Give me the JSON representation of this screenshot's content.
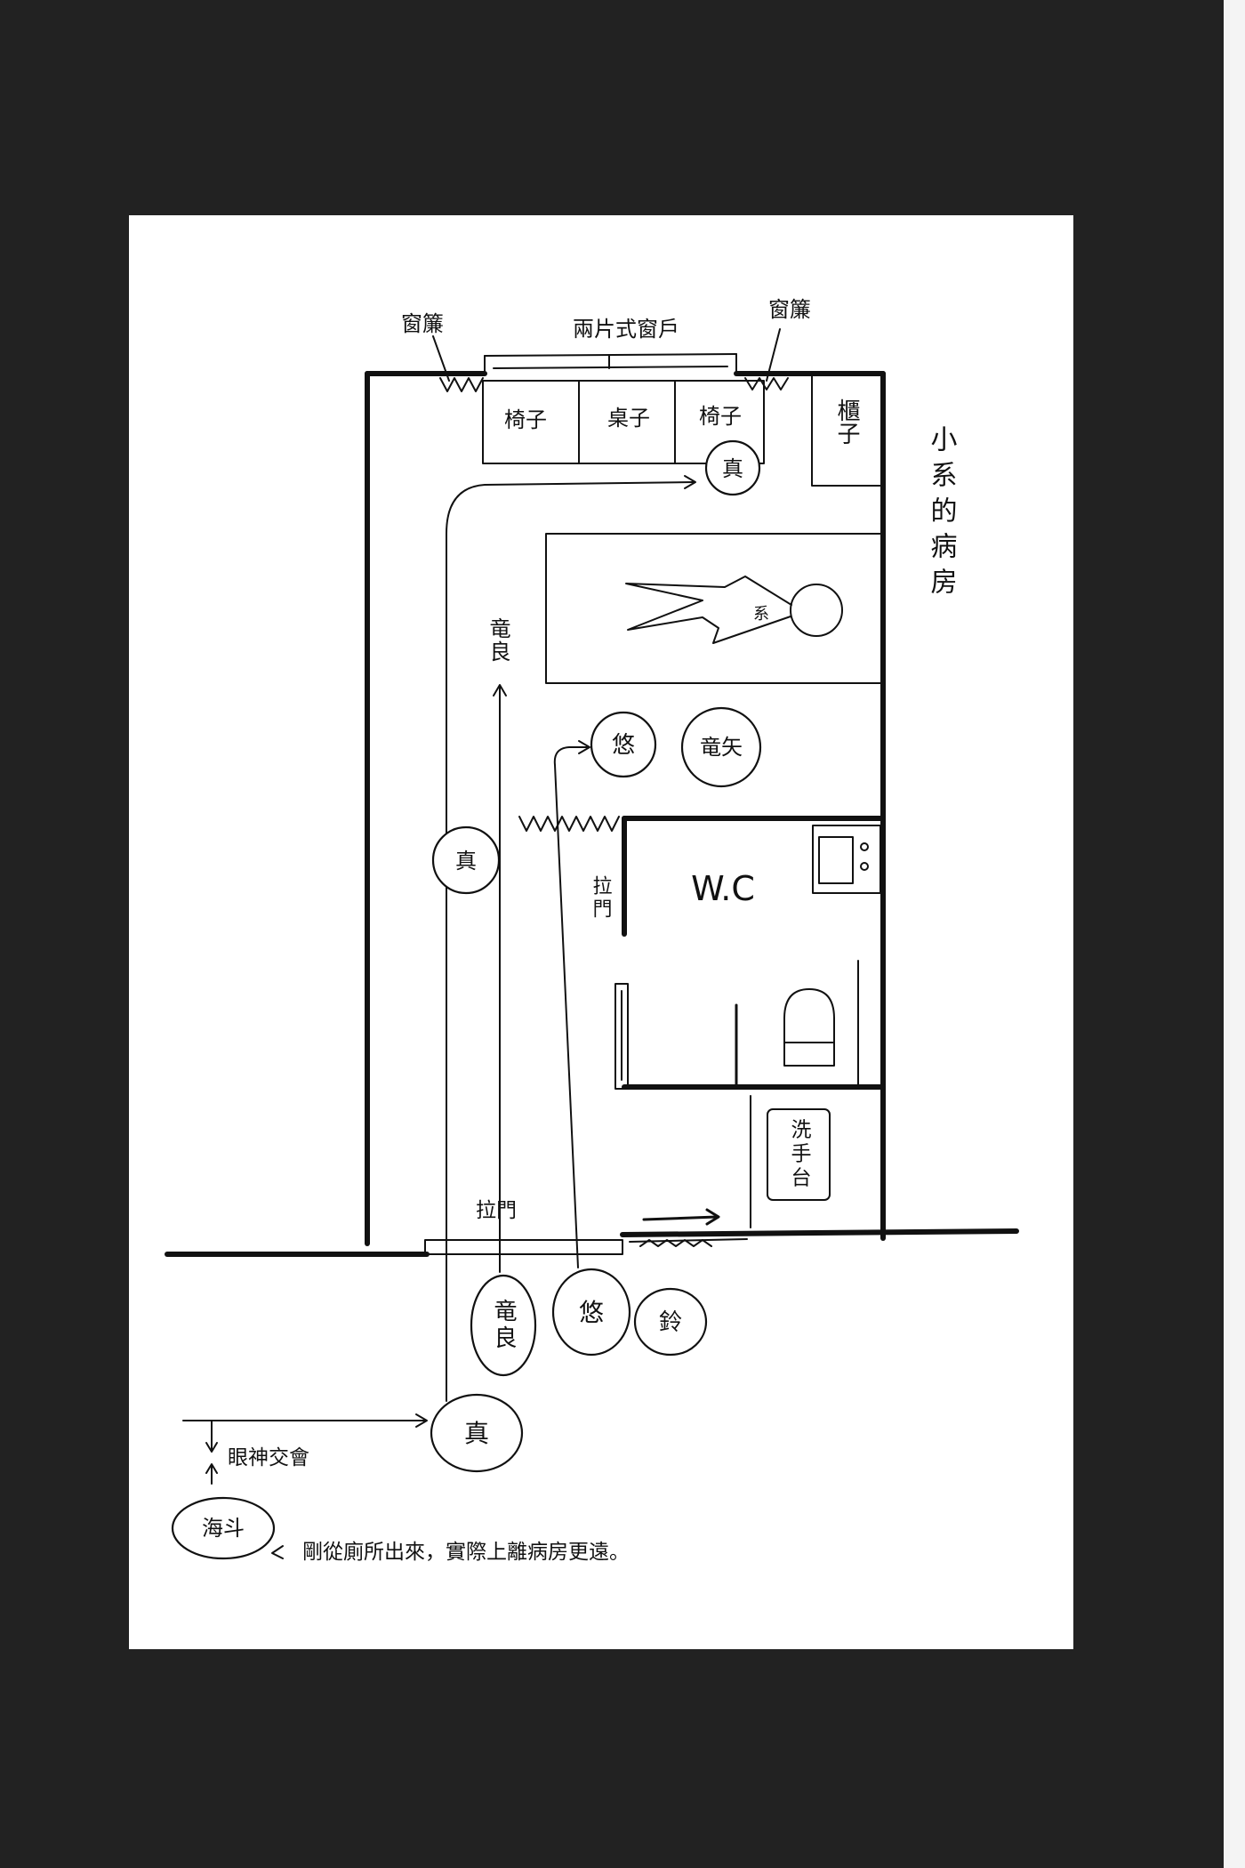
{
  "colors": {
    "background": "#222222",
    "paper": "#ffffff",
    "ink": "#111111"
  },
  "title": "小系的病房",
  "labels": {
    "curtain_left": "窗簾",
    "curtain_right": "窗簾",
    "window": "兩片式窗戶",
    "chair_left": "椅子",
    "desk": "桌子",
    "chair_right": "椅子",
    "cabinet": "櫃子",
    "bed_patient": "系",
    "sliding_door_wc": "拉門",
    "wc": "W.C",
    "sink": "洗手台",
    "sliding_door_entrance": "拉門",
    "eye_contact": "眼神交會",
    "note": "剛從廁所出來，實際上離病房更遠。"
  },
  "people": {
    "makoto_window": "真",
    "makoto_room": "真",
    "makoto_hall": "真",
    "douryou_room": "竜良",
    "douryou_hall": "竜良",
    "yuu_room": "悠",
    "yuu_hall": "悠",
    "douya": "竜矢",
    "suzu": "鈴",
    "kaito": "海斗"
  }
}
